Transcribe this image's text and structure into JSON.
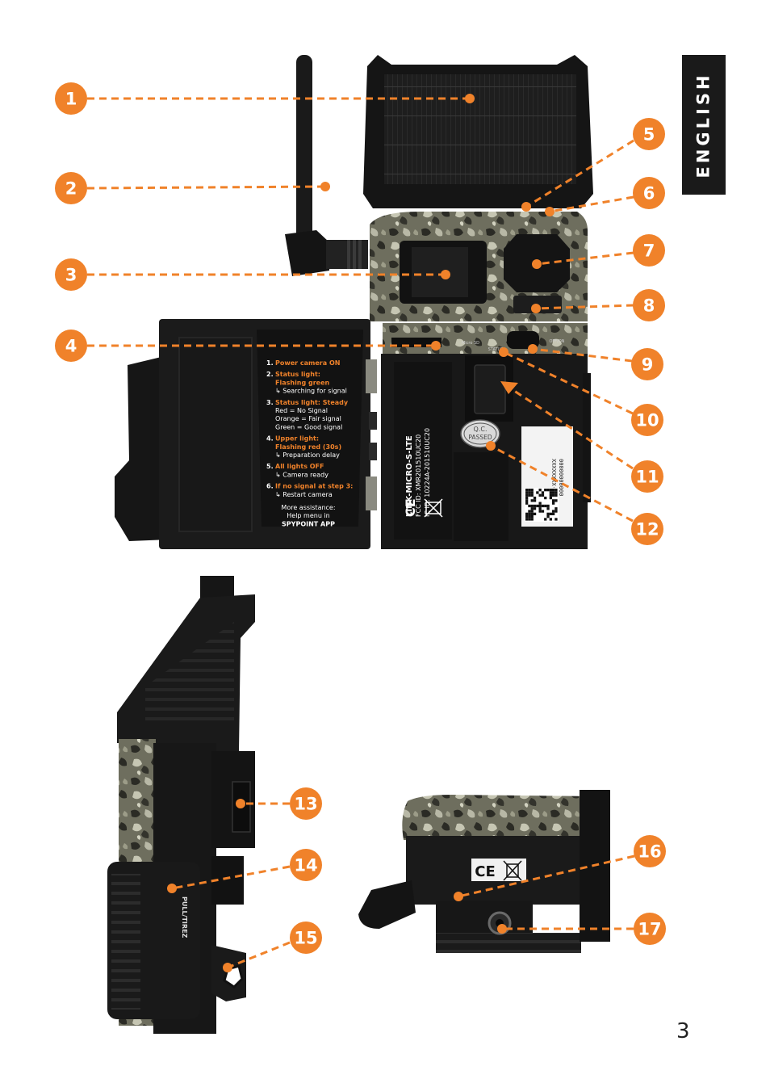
{
  "language_tab": "ENGLISH",
  "page_number": "3",
  "callouts": [
    {
      "number": "1"
    },
    {
      "number": "2"
    },
    {
      "number": "3"
    },
    {
      "number": "4"
    },
    {
      "number": "5"
    },
    {
      "number": "6"
    },
    {
      "number": "7"
    },
    {
      "number": "8"
    },
    {
      "number": "9"
    },
    {
      "number": "10"
    },
    {
      "number": "11"
    },
    {
      "number": "12"
    },
    {
      "number": "13"
    },
    {
      "number": "14"
    },
    {
      "number": "15"
    },
    {
      "number": "16"
    },
    {
      "number": "17"
    }
  ],
  "door_sticker": {
    "lines": [
      {
        "num": "1.",
        "text": "Power camera ON",
        "style": "orange"
      },
      {
        "num": "2.",
        "text": "Status light:",
        "style": "orange"
      },
      {
        "num": "",
        "text": "Flashing green",
        "style": "orange"
      },
      {
        "num": "",
        "text": "↳ Searching for signal",
        "style": "white"
      },
      {
        "num": "3.",
        "text": "Status light: Steady",
        "style": "orange"
      },
      {
        "num": "",
        "text": "Red = No Signal",
        "style": "white"
      },
      {
        "num": "",
        "text": "Orange = Fair signal",
        "style": "white"
      },
      {
        "num": "",
        "text": "Green = Good signal",
        "style": "white"
      },
      {
        "num": "4.",
        "text": "Upper light:",
        "style": "orange"
      },
      {
        "num": "",
        "text": "Flashing red (30s)",
        "style": "orange"
      },
      {
        "num": "",
        "text": "↳ Preparation delay",
        "style": "white"
      },
      {
        "num": "5.",
        "text": "All lights OFF",
        "style": "orange"
      },
      {
        "num": "",
        "text": "↳ Camera ready",
        "style": "white"
      },
      {
        "num": "6.",
        "text": "If no signal at step 3:",
        "style": "orange"
      },
      {
        "num": "",
        "text": "↳ Restart camera",
        "style": "white"
      },
      {
        "num": "",
        "text": "More assistance:",
        "style": "white"
      },
      {
        "num": "",
        "text": "Help menu in",
        "style": "white"
      },
      {
        "num": "",
        "text": "SPYPOINT APP",
        "style": "white"
      }
    ]
  },
  "body_label": {
    "model": "LINK-MICRO-S-LTE",
    "fcc": "FCC ID: XMR201510UC20",
    "ic": "IC ID: 10224A-201510UC20",
    "qc_line1": "Q.C.",
    "qc_line2": "PASSED",
    "serial_line1": "XXXXXXXX-XXXX",
    "serial_line2": "00000000000",
    "ce_mark": "CE"
  },
  "panel_text": {
    "status": "STATUS",
    "off_on": "OFF/ON",
    "micro_sd": "Micro SD",
    "pull_tirez": "PULL/TIREZ",
    "ce_mark_bottom": "CE"
  },
  "colors": {
    "accent": "#f0822a",
    "tab_bg": "#1a1a1a",
    "device": "#1c1c1c",
    "camo": "#7a7a68"
  }
}
